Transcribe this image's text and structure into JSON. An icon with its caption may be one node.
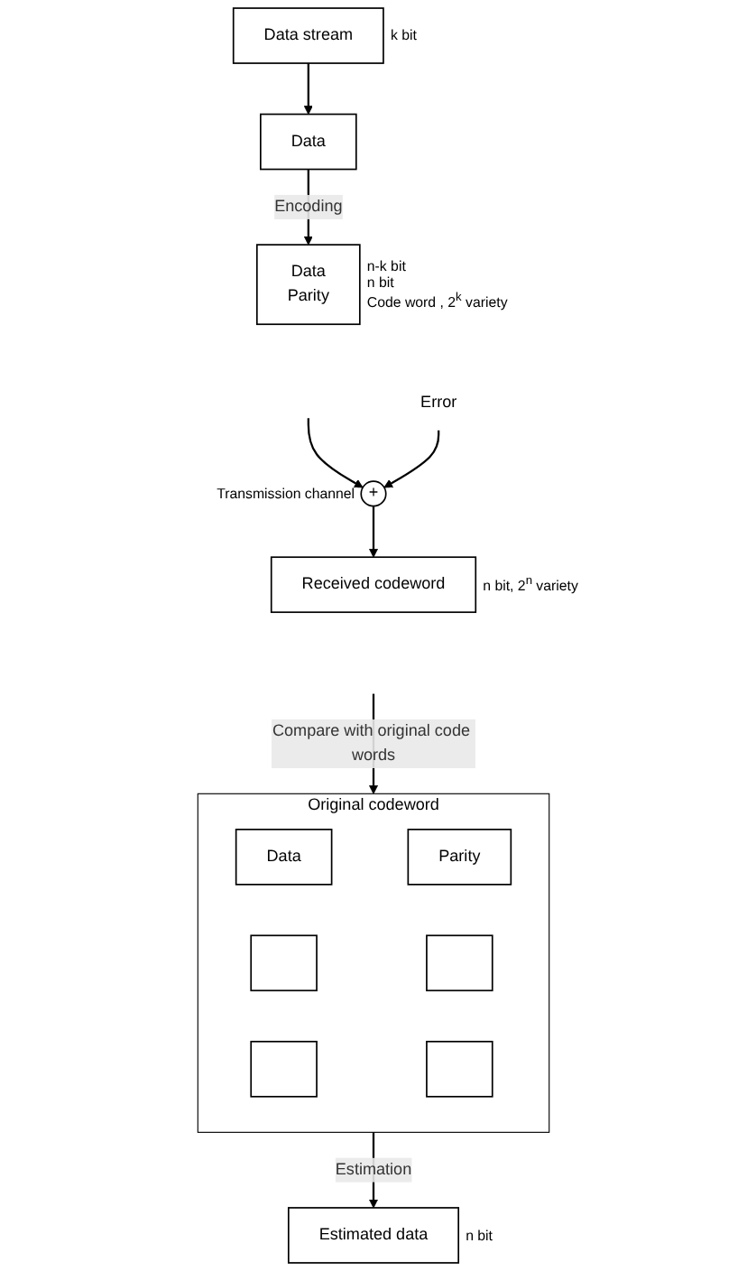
{
  "diagram": {
    "nodes": [
      {
        "text": [
          "Data stream"
        ],
        "beside": [
          "k bit"
        ]
      },
      {
        "text": [
          "Data"
        ]
      },
      {
        "text": [
          "Data",
          "Parity"
        ],
        "beside": [
          "n-k bit",
          "n bit",
          "Code word , 2$^{k}$ variety"
        ]
      },
      {
        "text": [
          "+"
        ],
        "beside": [
          "Transmission channel"
        ]
      },
      {
        "text": [
          "Error"
        ]
      },
      {
        "text": [
          "Received codeword"
        ],
        "beside": [
          "n bit, 2$^{n}$ variety"
        ]
      },
      {
        "text": [
          "Original codeword"
        ]
      },
      {
        "text": [
          "Data"
        ],
        "in": 6
      },
      {
        "text": [
          "Parity"
        ],
        "in": 6
      },
      {
        "text": [],
        "shape": "box",
        "in": 6
      },
      {
        "text": [],
        "shape": "box",
        "in": 6
      },
      {
        "text": [],
        "shape": "box",
        "in": 6
      },
      {
        "text": [],
        "shape": "box",
        "in": 6
      },
      {
        "text": [
          "Estimated data"
        ],
        "beside": [
          "n bit"
        ]
      }
    ],
    "edges": [
      {
        "from": 0,
        "to": 1,
        "arrow": "to"
      },
      {
        "from": 1,
        "to": 2,
        "arrow": "to",
        "label": "Encoding"
      },
      {
        "from": null,
        "to": 3,
        "arrow": "to"
      },
      {
        "from": 4,
        "to": 3,
        "arrow": "to"
      },
      {
        "from": 3,
        "to": 5,
        "arrow": "to"
      },
      {
        "from": null,
        "to": 6,
        "arrow": "to",
        "label": "Compare with original code words"
      },
      {
        "from": 6,
        "to": 13,
        "arrow": "to",
        "label": "Estimation"
      }
    ]
  }
}
